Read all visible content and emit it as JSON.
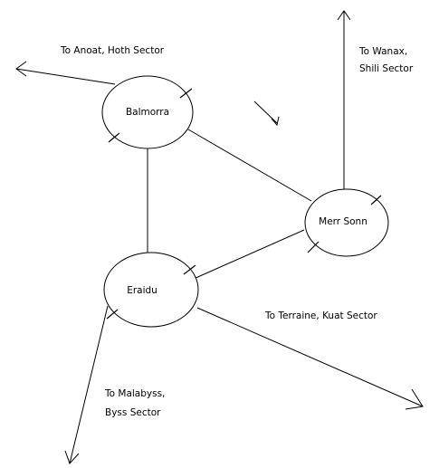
{
  "nodes": [
    {
      "id": "balmorra",
      "label": "Balmorra"
    },
    {
      "id": "merr-sonn",
      "label": "Merr Sonn"
    },
    {
      "id": "eraidu",
      "label": "Eraidu"
    }
  ],
  "exits": [
    {
      "id": "anoat",
      "lines": [
        "To Anoat, Hoth Sector"
      ]
    },
    {
      "id": "wanax",
      "lines": [
        "To Wanax,",
        "Shili Sector"
      ]
    },
    {
      "id": "terraine",
      "lines": [
        "To Terraine, Kuat Sector"
      ]
    },
    {
      "id": "malabyss",
      "lines": [
        "To Malabyss,",
        "Byss Sector"
      ]
    }
  ]
}
